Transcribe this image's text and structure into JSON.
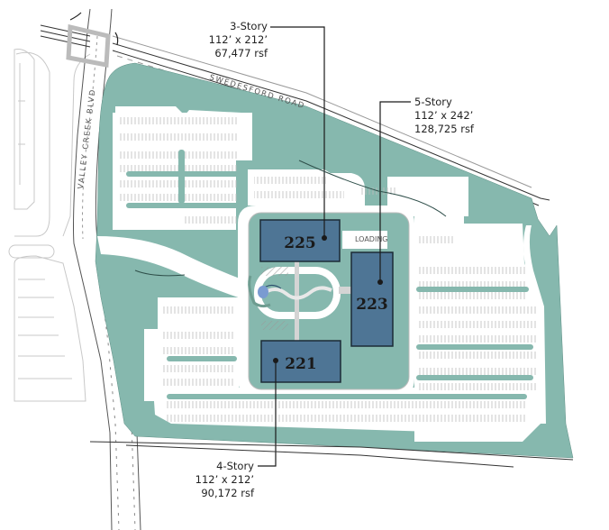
{
  "map": {
    "roads": {
      "north": "SWEDESFORD ROAD",
      "west": "VALLEY CREEK BLVD"
    },
    "zones": {
      "loading": "LOADING"
    },
    "colors": {
      "landscape": "#86b8ae",
      "building": "#4e7595",
      "building_outline": "#1c2b36",
      "pavement": "#ffffff",
      "line": "#333333",
      "walkway": "#d4d4d4"
    }
  },
  "buildings": [
    {
      "id": "225",
      "stories": "3-Story",
      "dimensions": "112’ x 212’",
      "area": "67,477 rsf"
    },
    {
      "id": "223",
      "stories": "5-Story",
      "dimensions": "112’ x 242’",
      "area": "128,725 rsf"
    },
    {
      "id": "221",
      "stories": "4-Story",
      "dimensions": "112’ x 212’",
      "area": "90,172 rsf"
    }
  ]
}
